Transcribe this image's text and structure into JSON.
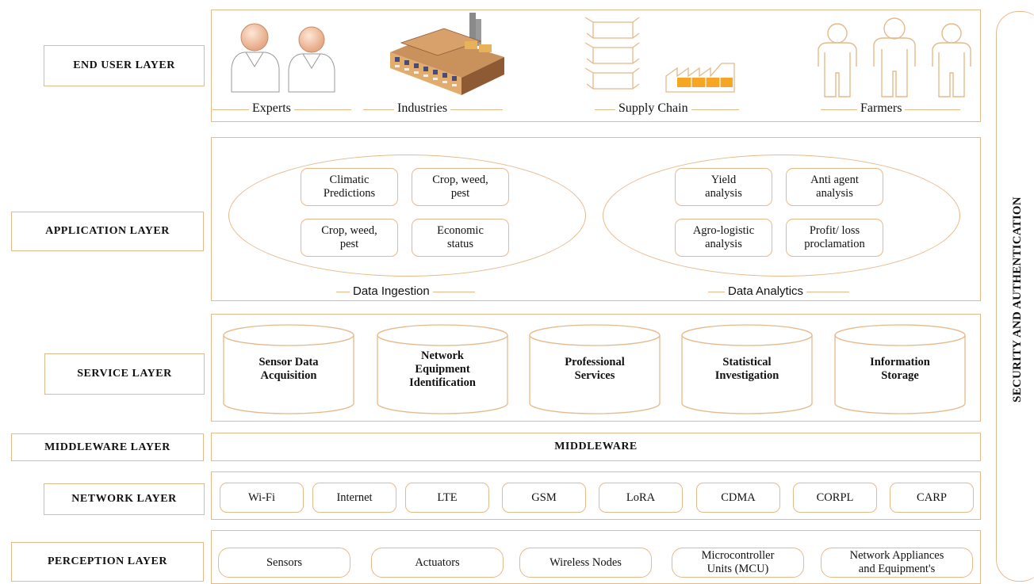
{
  "layers": {
    "end_user": "END USER LAYER",
    "application": "APPLICATION LAYER",
    "service": "SERVICE LAYER",
    "middleware": "MIDDLEWARE LAYER",
    "network": "NETWORK LAYER",
    "perception": "PERCEPTION LAYER"
  },
  "end_user": {
    "experts": "Experts",
    "industries": "Industries",
    "supply_chain": "Supply Chain",
    "farmers": "Farmers"
  },
  "application": {
    "ingestion_label": "Data Ingestion",
    "analytics_label": "Data Analytics",
    "ingestion_items": [
      "Climatic\nPredictions",
      "Crop, weed,\npest",
      "Crop, weed,\npest",
      "Economic\nstatus"
    ],
    "analytics_items": [
      "Yield\nanalysis",
      "Anti agent\nanalysis",
      "Agro-logistic\nanalysis",
      "Profit/ loss\nproclamation"
    ]
  },
  "service": {
    "items": [
      "Sensor Data\nAcquisition",
      "Network\nEquipment\nIdentification",
      "Professional\nServices",
      "Statistical\nInvestigation",
      "Information\nStorage"
    ]
  },
  "middleware": {
    "label": "MIDDLEWARE"
  },
  "network": {
    "items": [
      "Wi-Fi",
      "Internet",
      "LTE",
      "GSM",
      "LoRA",
      "CDMA",
      "CORPL",
      "CARP"
    ]
  },
  "perception": {
    "items": [
      "Sensors",
      "Actuators",
      "Wireless Nodes",
      "Microcontroller\nUnits (MCU)",
      "Network Appliances\nand Equipment's"
    ]
  },
  "security": {
    "label": "SECURITY AND AUTHENTICATION"
  },
  "colors": {
    "border": "#e6b98a",
    "building": "#c98a4a",
    "head": "#f2c9a8"
  },
  "icons": [
    "person-icon",
    "factory-icon",
    "box-icon",
    "warehouse-icon",
    "farmer-icon"
  ]
}
